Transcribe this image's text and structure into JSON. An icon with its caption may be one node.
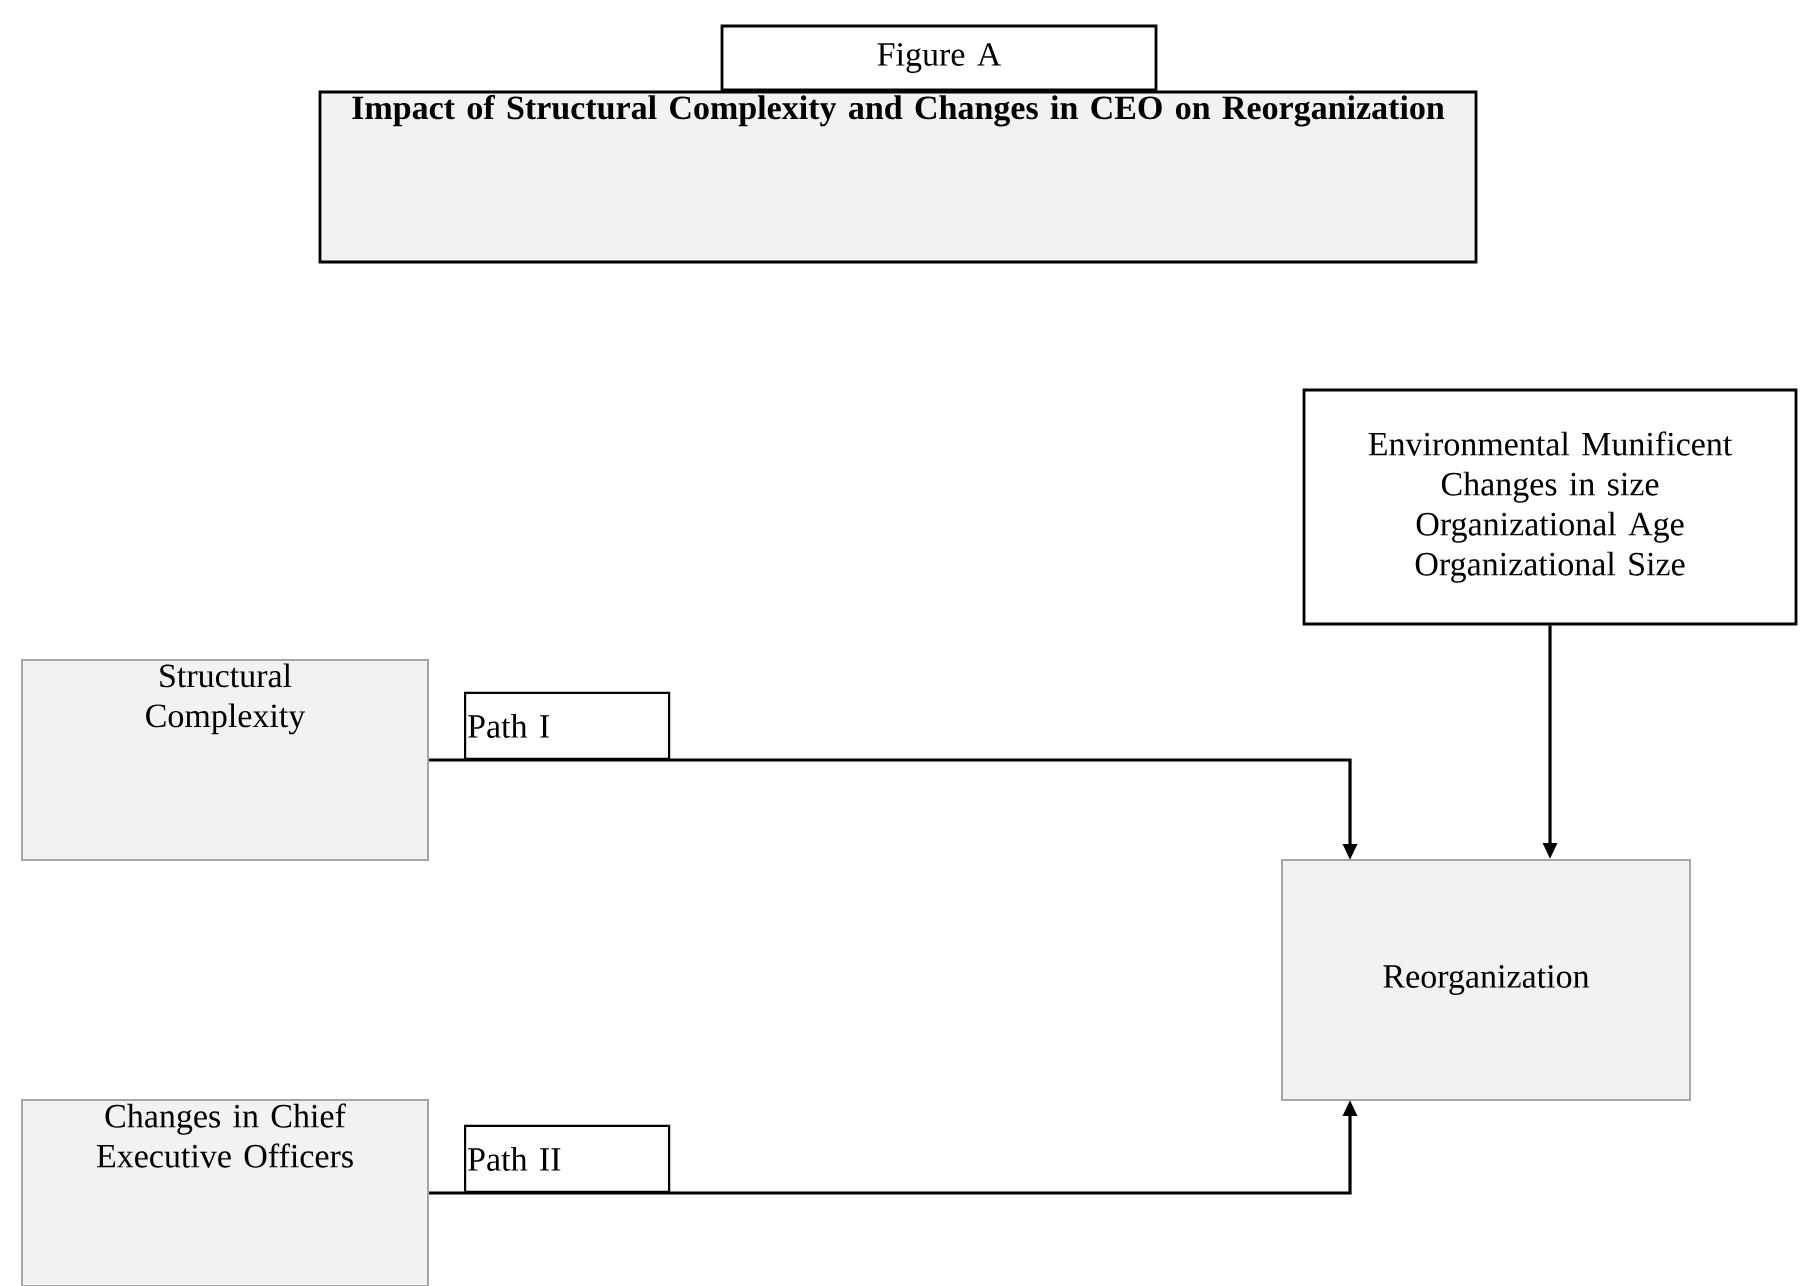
{
  "diagram": {
    "nodes": [
      {
        "text": [
          "Figure A"
        ]
      },
      {
        "text": [
          "Impact of Structural Complexity and Changes in CEO on Reorganization"
        ]
      },
      {
        "text": [
          "Environmental Munificent",
          "Changes in size",
          "Organizational Age",
          "Organizational Size"
        ]
      },
      {
        "text": [
          "Structural Complexity"
        ]
      },
      {
        "text": [
          "Reorganization"
        ]
      },
      {
        "text": [
          "Changes in Chief Executive Officers"
        ]
      }
    ],
    "edges": [
      {
        "from": 2,
        "to": 4,
        "arrow": "to"
      },
      {
        "from": 3,
        "to": 4,
        "arrow": "to",
        "label": "Path I"
      },
      {
        "from": 5,
        "to": 4,
        "arrow": "to",
        "label": "Path II"
      }
    ]
  }
}
